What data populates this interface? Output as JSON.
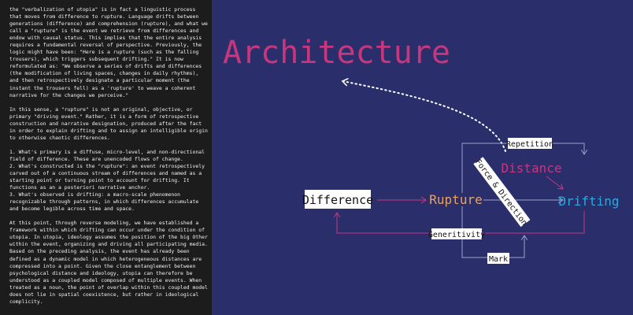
{
  "text_column": {
    "paragraphs": [
      "the \"verbalization of utopia\" is in fact a linguistic process that moves from difference to rupture. Language drifts between generations (difference) and comprehension (rupture), and what we call a \"rupture\" is the event we retrieve from differences and endow with causal status. This implies that the entire analysis requires a fundamental reversal of perspective. Previously, the logic might have been: \"Here is a rupture (such as the falling trousers), which triggers subsequent drifting.\" It is now reformulated as: \"We observe a series of drifts and differences (the modification of living spaces, changes in daily rhythms), and then retrospectively designate a particular moment (the instant the trousers fell) as a 'rupture' to weave a coherent narrative for the changes we perceive.\"",
      "In this sense, a \"rupture\" is not an original, objective, or primary \"driving event.\" Rather, it is a form of retrospective construction and narrative designation, produced after the fact in order to explain drifting and to assign an intelligible origin to otherwise chaotic differences.",
      "1. What's primary is a diffuse, micro-level, and non-directional field of difference. These are unencoded flows of change.",
      "2. What's constructed is the \"rupture\": an event retrospectively carved out of a continuous stream of differences and named as a starting point or turning point to account for drifting. It functions as an a posteriori narrative anchor.",
      "3. What's observed is drifting: a macro-scale phenomenon recognizable through patterns, in which differences accumulate and become legible across time and space.",
      "At this point, through reverse modeling, we have established a framework within which drifting can occur under the condition of utopia.  In utopia, ideology assumes the position of the big Other within the event, organizing and driving all participating media. Based on the preceding analysis, the event has already been defined as a dynamic model in which heterogeneous distances are compressed into a point. Given the close entanglement between psychological distance and ideology, utopia can therefore be understood as a coupled model composed of multiple events. When treated as a noun, the point of overlap within this coupled model does not lie in spatial coexistence, but rather in ideological complicity."
    ]
  },
  "diagram": {
    "title": "Architecture",
    "nodes": {
      "difference": "Difference",
      "rupture": "Rupture",
      "distance": "Distance",
      "drifting": "Drifting"
    },
    "labels": {
      "repetition": "Repetition",
      "force_direction": "Force & Direction",
      "generitivity": "Generitivity",
      "mark": "Mark"
    },
    "colors": {
      "background": "#2a2f6c",
      "text_panel": "#1c1c1c",
      "title": "#c8367e",
      "rupture": "#e8a262",
      "distance": "#c8367e",
      "drifting": "#29a9de",
      "arrow_pink": "#c8367e",
      "line_gray": "#9aa0c8"
    }
  }
}
